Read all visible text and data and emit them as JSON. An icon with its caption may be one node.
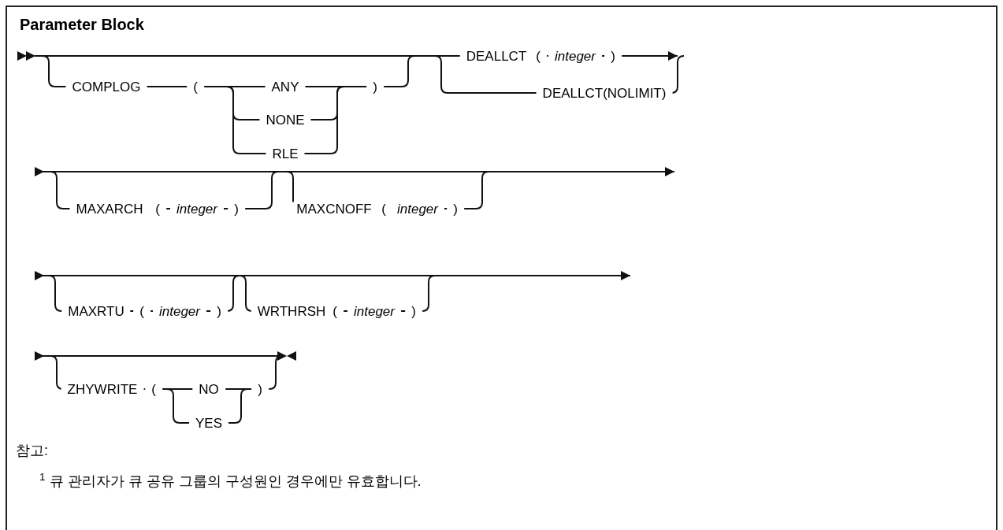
{
  "diagram": {
    "title": "Parameter Block",
    "labels": [
      "COMPLOG",
      "(",
      "ANY",
      "NONE",
      "RLE",
      ")",
      "DEALLCT",
      "(",
      "integer",
      ")",
      "DEALLCT(NOLIMIT)",
      "MAXARCH",
      "(",
      "integer",
      ")",
      "MAXCNOFF",
      "(",
      "integer",
      ")",
      "MAXRTU",
      "(",
      "integer",
      ")",
      "WRTHRSH",
      "(",
      "integer",
      ")",
      "ZHYWRITE",
      "(",
      "NO",
      "YES",
      ")",
      "참고:",
      "$^{1}$ 큐 관리자가 큐 공유 그룹의 구성원인 경우에만 유효합니다."
    ]
  }
}
